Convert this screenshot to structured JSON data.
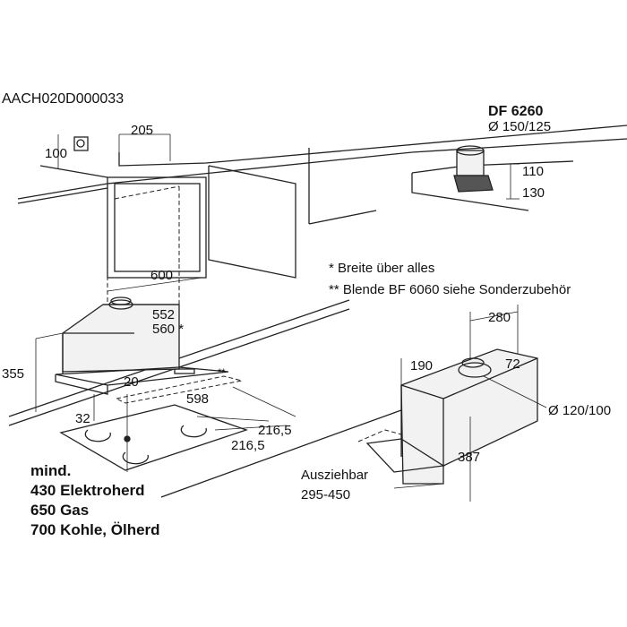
{
  "drawing_code": "AACH020D000033",
  "accessory": {
    "name": "DF 6260",
    "diameter": "Ø 150/125",
    "dim_110": "110",
    "dim_130": "130"
  },
  "notes": {
    "note1": "*  Breite über alles",
    "note2": "**  Blende BF 6060 siehe Sonderzubehör"
  },
  "installation_view": {
    "dim_205": "205",
    "dim_100": "100",
    "dim_600": "600",
    "dim_552": "552",
    "dim_560": "560 *",
    "dim_355": "355",
    "dim_20": "20",
    "dim_598": "598",
    "dim_32": "32",
    "dim_216_a": "216,5",
    "dim_216_b": "216,5",
    "double_star": "**"
  },
  "minimum_distance": {
    "label": "mind.",
    "lines": [
      "430 Elektroherd",
      "650 Gas",
      "700 Kohle, Ölherd"
    ]
  },
  "hood_view": {
    "dim_280": "280",
    "dim_190": "190",
    "dim_72": "72",
    "diameter": "Ø 120/100",
    "dim_387": "387",
    "extendable_label": "Ausziehbar",
    "extendable_range": "295-450"
  }
}
